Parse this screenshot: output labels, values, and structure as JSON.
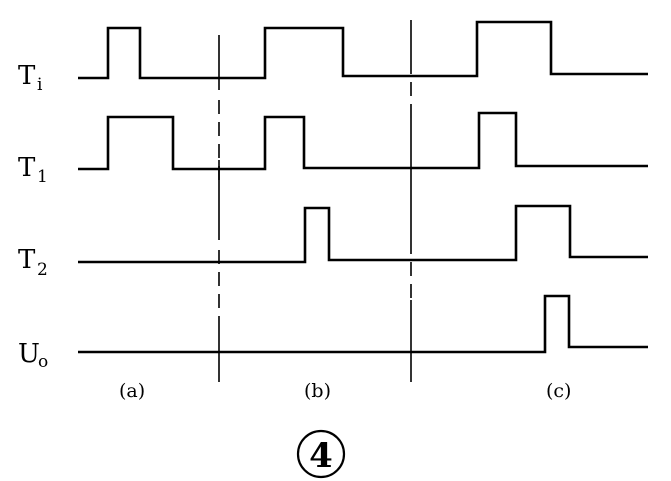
{
  "signals": [
    {
      "name": "T",
      "sub": "i"
    },
    {
      "name": "T",
      "sub": "1"
    },
    {
      "name": "T",
      "sub": "2"
    },
    {
      "name": "U",
      "sub": "o"
    }
  ],
  "sections": [
    "(a)",
    "(b)",
    "(c)"
  ],
  "badge": "4"
}
